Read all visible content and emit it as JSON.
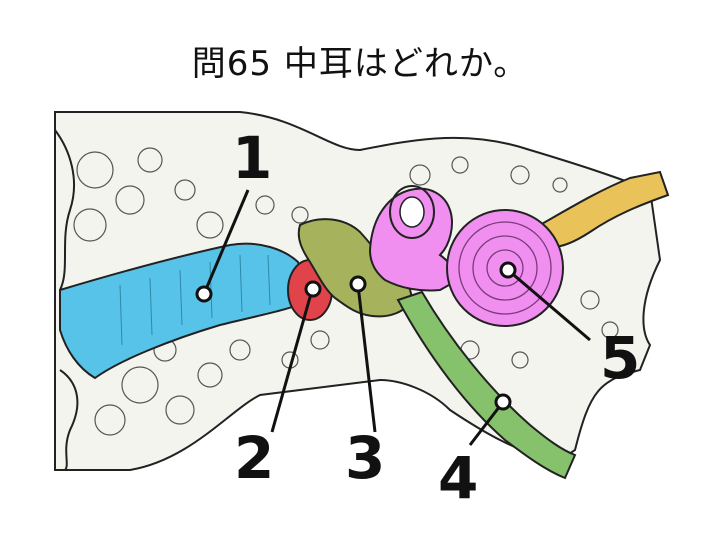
{
  "question": {
    "title": "問65 中耳はどれか。"
  },
  "diagram": {
    "subject": "ear-anatomy-cross-section",
    "labels": [
      {
        "number": "1",
        "structure": "external-ear-canal",
        "color": "#58c3e8"
      },
      {
        "number": "2",
        "structure": "tympanic-membrane",
        "color": "#e0434a"
      },
      {
        "number": "3",
        "structure": "middle-ear-ossicles",
        "color": "#a6b25c"
      },
      {
        "number": "4",
        "structure": "eustachian-tube",
        "color": "#86c26c"
      },
      {
        "number": "5",
        "structure": "inner-ear-cochlea",
        "color": "#f08ff0"
      }
    ],
    "colors": {
      "bone_fill": "#f4f4ee",
      "line": "#222222",
      "nerve": "#e9c25a"
    }
  }
}
